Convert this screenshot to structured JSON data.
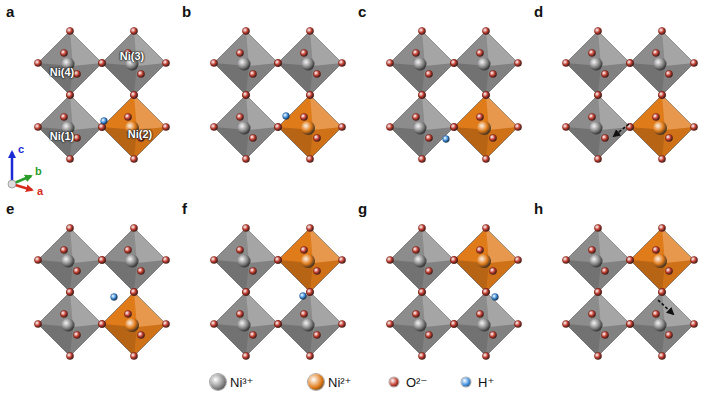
{
  "diagram": {
    "labels": [
      "a",
      "b",
      "c",
      "d",
      "e",
      "f",
      "g",
      "h",
      "Ni(4)",
      "Ni(3)",
      "Ni(1)",
      "Ni(2)",
      "c",
      "b",
      "a"
    ],
    "legend": [
      {
        "text": "Ni³⁺",
        "color": "#8c8c8c"
      },
      {
        "text": "Ni²⁺",
        "color": "#e07b1a"
      },
      {
        "text": "O²⁻",
        "color": "#c0392b"
      },
      {
        "text": "H⁺",
        "color": "#3d8fe0"
      }
    ]
  }
}
